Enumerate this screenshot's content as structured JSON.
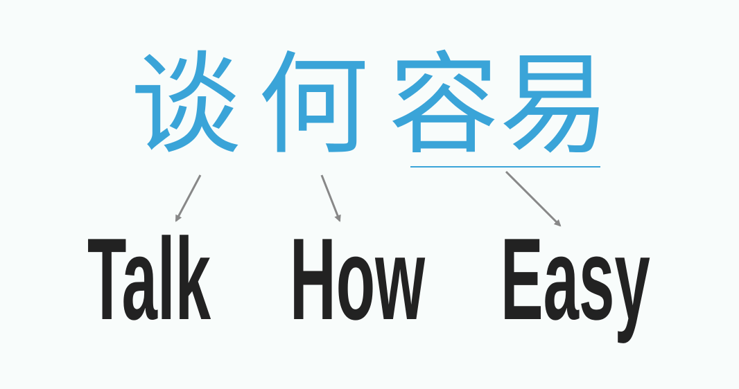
{
  "words": [
    {
      "chinese": "谈",
      "english": "Talk"
    },
    {
      "chinese": "何",
      "english": "How"
    },
    {
      "chinese": "容易",
      "english": "Easy"
    }
  ],
  "colors": {
    "chinese_text": "#3aa4d8",
    "english_text": "#222222",
    "arrow": "#888888",
    "background": "#f8fcfb"
  }
}
